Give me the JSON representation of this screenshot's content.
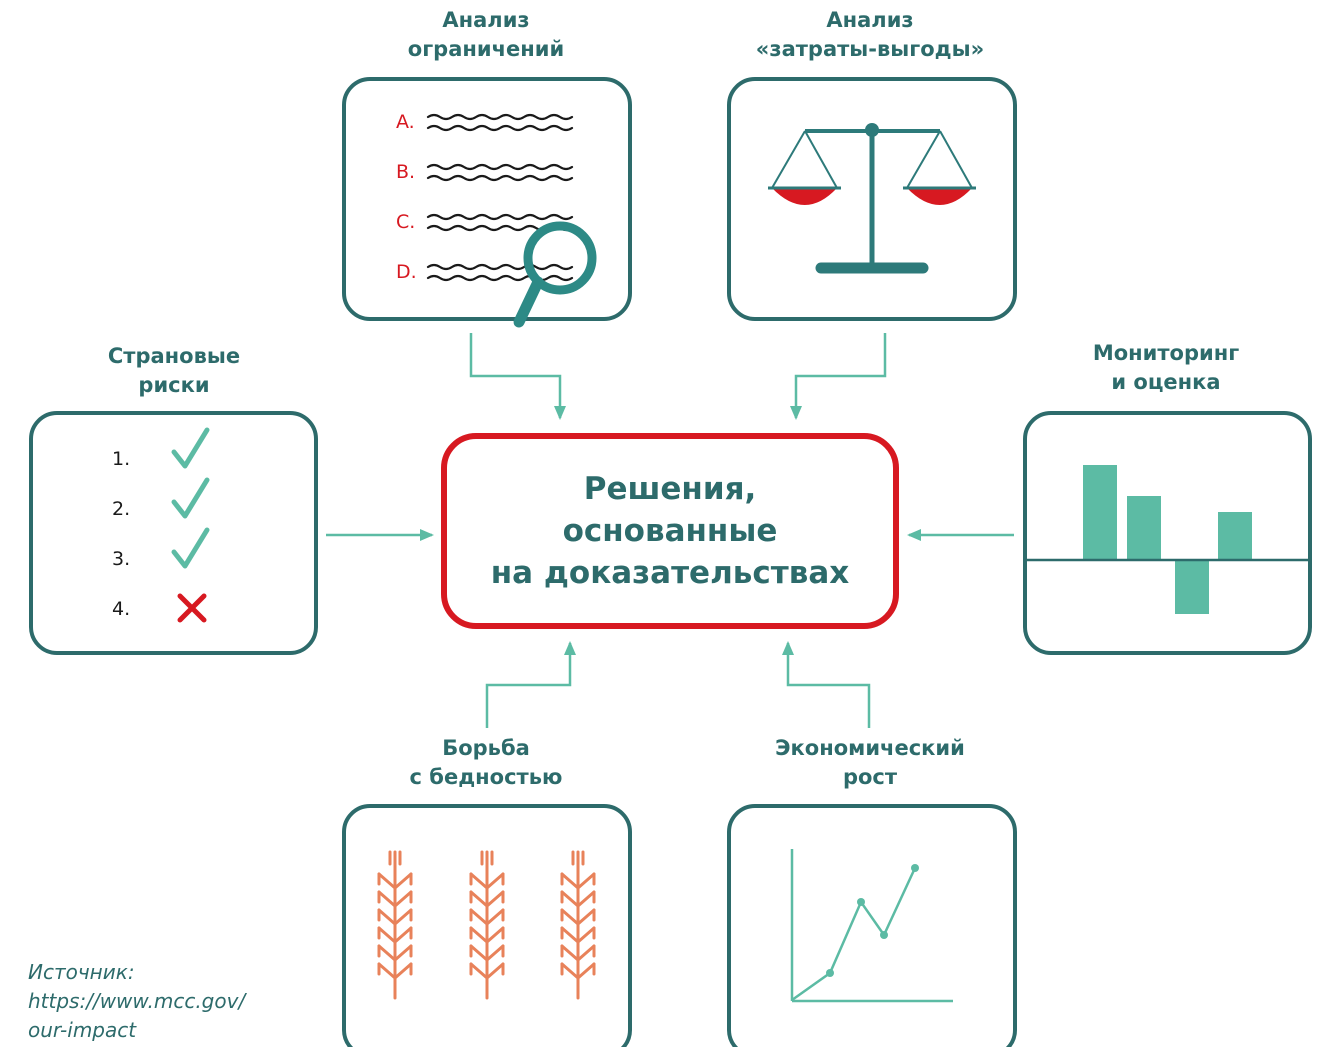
{
  "center": {
    "lines": [
      "Решения,",
      "основанные",
      "на доказательствах"
    ]
  },
  "nodes": {
    "constraints": {
      "lines": [
        "Анализ",
        "ограничений"
      ],
      "items": [
        "A.",
        "B.",
        "C.",
        "D."
      ]
    },
    "cost_benefit": {
      "lines": [
        "Анализ",
        "«затраты-выгоды»"
      ]
    },
    "country_risks": {
      "lines": [
        "Страновые",
        "риски"
      ],
      "items": [
        "1.",
        "2.",
        "3.",
        "4."
      ]
    },
    "monitoring": {
      "lines": [
        "Мониторинг",
        "и оценка"
      ]
    },
    "poverty": {
      "lines": [
        "Борьба",
        "с бедностью"
      ]
    },
    "growth": {
      "lines": [
        "Экономический",
        "рост"
      ]
    }
  },
  "source": {
    "lines": [
      "Источник:",
      "https://www.mcc.gov/",
      "our-impact"
    ]
  },
  "colors": {
    "teal": "#2d6b6b",
    "green": "#5cbba4",
    "red": "#d71921",
    "wheat": "#e8825a",
    "dark": "#1a1a1a"
  }
}
